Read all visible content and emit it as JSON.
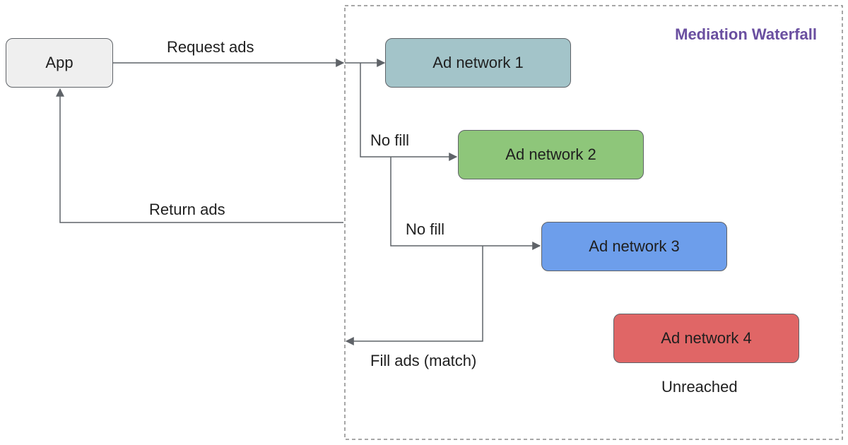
{
  "group": {
    "title": "Mediation Waterfall",
    "title_color": "#6a4fa0"
  },
  "nodes": {
    "app": {
      "label": "App",
      "fill": "#efefef"
    },
    "network_1": {
      "label": "Ad network 1",
      "fill": "#a3c4c9"
    },
    "network_2": {
      "label": "Ad network 2",
      "fill": "#8ec67a"
    },
    "network_3": {
      "label": "Ad network 3",
      "fill": "#6d9eeb"
    },
    "network_4": {
      "label": "Ad network 4",
      "fill": "#e06666"
    }
  },
  "edges": {
    "request": "Request ads",
    "no_fill_1": "No fill",
    "no_fill_2": "No fill",
    "fill": "Fill ads (match)",
    "return": "Return ads"
  },
  "annotations": {
    "unreached": "Unreached"
  },
  "colors": {
    "line": "#5f6368",
    "dashed_border": "#8a8a8a"
  }
}
